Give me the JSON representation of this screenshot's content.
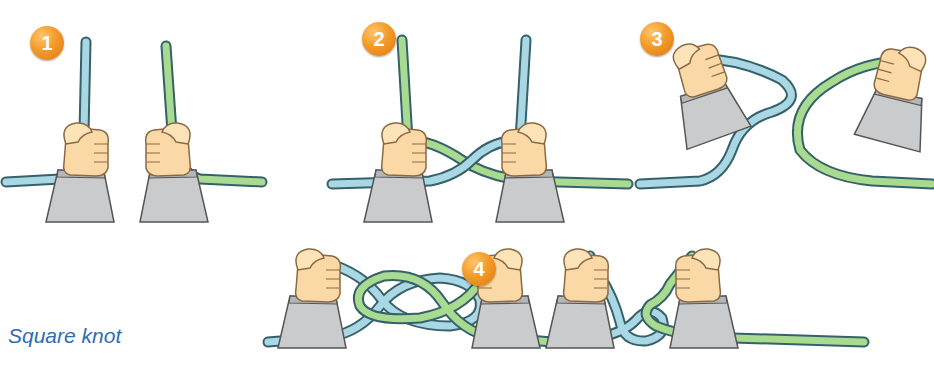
{
  "diagram": {
    "caption": "Square knot",
    "nodes": [
      {
        "text": [
          "1"
        ]
      },
      {
        "text": [
          "2"
        ]
      },
      {
        "text": [
          "3"
        ]
      },
      {
        "text": [
          "4"
        ]
      }
    ]
  }
}
